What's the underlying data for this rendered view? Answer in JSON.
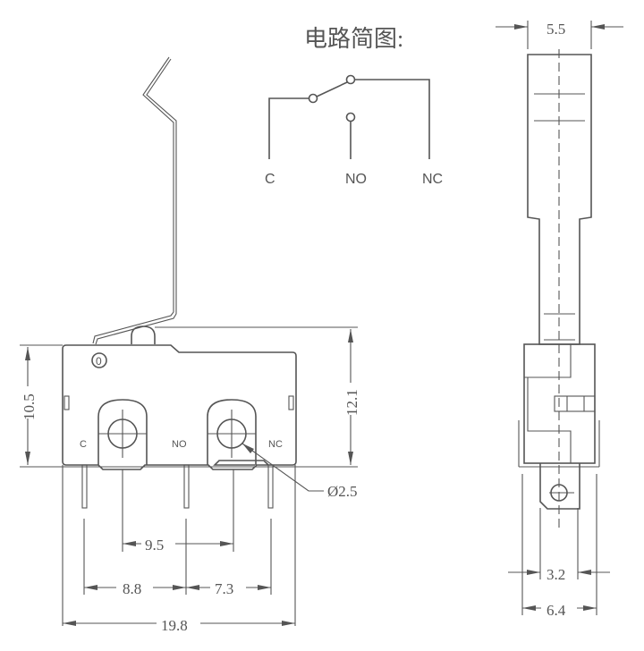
{
  "circuit": {
    "title": "电路简图:",
    "terminals": [
      "C",
      "NO",
      "NC"
    ]
  },
  "front_view": {
    "body_marking": "0",
    "pin_labels": [
      "C",
      "NO",
      "NC"
    ],
    "dimensions": {
      "height_body": "10.5",
      "height_total": "12.1",
      "hole_diameter": "Ø2.5",
      "mount_hole_spacing": "9.5",
      "pin_c_no": "8.8",
      "pin_no_nc": "7.3",
      "width": "19.8"
    }
  },
  "side_view": {
    "dimensions": {
      "lever_width": "5.5",
      "terminal_width": "3.2",
      "body_width": "6.4"
    }
  }
}
